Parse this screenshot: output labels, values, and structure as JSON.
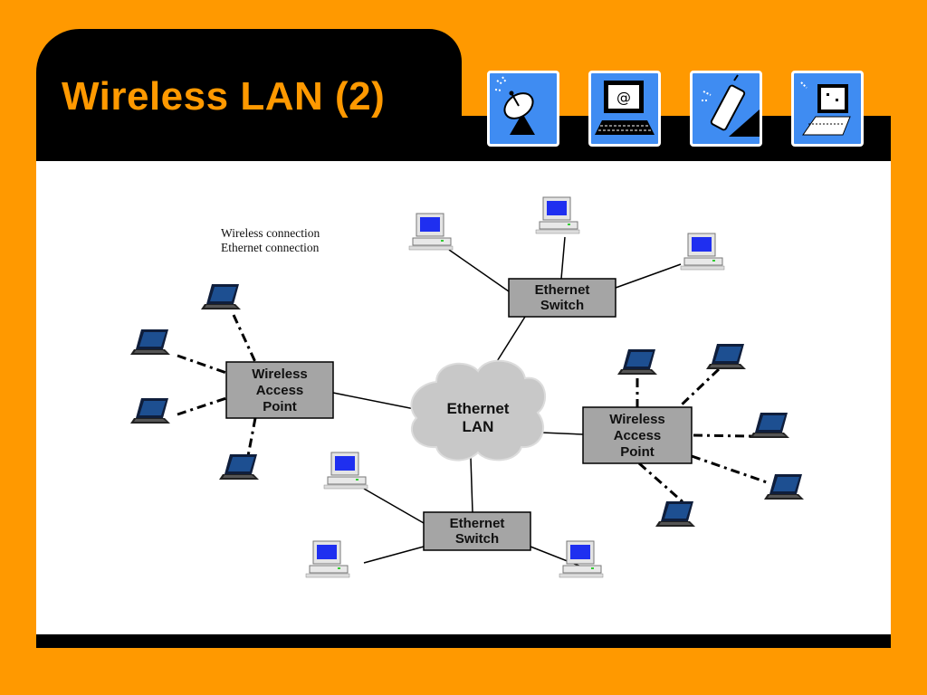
{
  "slide": {
    "title": "Wireless LAN (2)",
    "icons": [
      "satellite-dish-icon",
      "computer-email-icon",
      "mobile-phone-icon",
      "handheld-device-icon"
    ]
  },
  "diagram": {
    "legend": [
      "Wireless connection",
      "Ethernet connection"
    ],
    "cloud": "Ethernet LAN",
    "nodes": [
      {
        "id": "switch-top",
        "lines": [
          "Ethernet",
          "Switch"
        ]
      },
      {
        "id": "ap-left",
        "lines": [
          "Wireless",
          "Access",
          "Point"
        ]
      },
      {
        "id": "ap-right",
        "lines": [
          "Wireless",
          "Access",
          "Point"
        ]
      },
      {
        "id": "switch-bottom",
        "lines": [
          "Ethernet",
          "Switch"
        ]
      }
    ]
  },
  "colors": {
    "background": "#ff9900",
    "header": "#000000",
    "icon_tile": "#3f8cf2",
    "node_fill": "#a5a5a5",
    "cloud_fill": "#c8c8c8",
    "screen": "#1f2ff0"
  }
}
